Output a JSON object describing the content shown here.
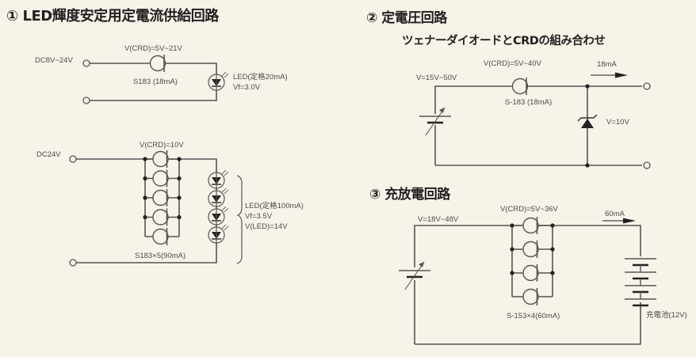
{
  "circuit1": {
    "title": "① LED輝度安定用定電流供給回路",
    "upper": {
      "supply": "DC8V~24V",
      "crd_voltage": "V(CRD)=5V~21V",
      "crd_part": "S183 (18mA)",
      "led_rating": "LED(定格20mA)",
      "led_vf": "Vf=3.0V"
    },
    "lower": {
      "supply": "DC24V",
      "crd_voltage": "V(CRD)=10V",
      "crd_part": "S183×5(90mA)",
      "crd_count": 5,
      "led_count": 4,
      "led_rating": "LED(定格100mA)",
      "led_vf": "Vf=3.5V",
      "led_total": "V(LED)=14V"
    }
  },
  "circuit2": {
    "title": "② 定電圧回路",
    "subtitle": "ツェナーダイオードとCRDの組み合わせ",
    "supply": "V=15V~50V",
    "crd_voltage": "V(CRD)=5V~40V",
    "crd_part": "S-183 (18mA)",
    "current": "18mA",
    "zener_voltage": "V=10V"
  },
  "circuit3": {
    "title": "③ 充放電回路",
    "supply": "V=18V~48V",
    "crd_voltage": "V(CRD)=5V~36V",
    "crd_part": "S-153×4(60mA)",
    "crd_count": 4,
    "current": "60mA",
    "battery": "充電池(12V)"
  }
}
